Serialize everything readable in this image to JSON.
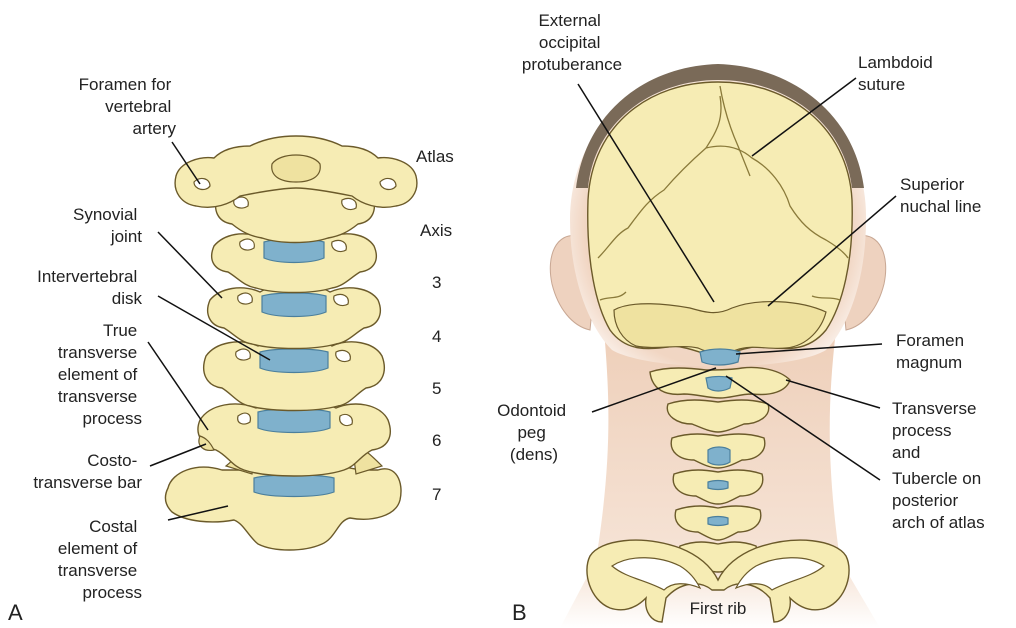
{
  "panel_a": {
    "letter": "A",
    "left_labels": {
      "foramen_vertebral_artery": [
        "Foramen for",
        "vertebral",
        "artery"
      ],
      "synovial_joint": [
        "Synovial",
        "joint"
      ],
      "intervertebral_disk": [
        "Intervertebral",
        "disk"
      ],
      "true_transverse": [
        "True",
        "transverse",
        "element of",
        "transverse",
        "process"
      ],
      "costotransverse_bar": [
        "Costo-",
        "transverse bar"
      ],
      "costal_element": [
        "Costal",
        "element of",
        "transverse",
        "process"
      ]
    },
    "levels": [
      "Atlas",
      "Axis",
      "3",
      "4",
      "5",
      "6",
      "7"
    ]
  },
  "panel_b": {
    "letter": "B",
    "labels": {
      "external_occipital": [
        "External",
        "occipital",
        "protuberance"
      ],
      "lambdoid_suture": [
        "Lambdoid",
        "suture"
      ],
      "superior_nuchal_line": [
        "Superior",
        "nuchal line"
      ],
      "foramen_magnum": [
        "Foramen",
        "magnum"
      ],
      "odontoid_peg": [
        "Odontoid",
        "peg",
        "(dens)"
      ],
      "transverse_process": [
        "Transverse",
        "process",
        "and"
      ],
      "tubercle_atlas": [
        "Tubercle on",
        "posterior",
        "arch of atlas"
      ],
      "first_rib": [
        "First rib"
      ]
    }
  },
  "colors": {
    "bone": "#f6ecb4",
    "disk": "#7fb1cc",
    "skin": "#f1d9c7",
    "hair_band": "#7a6a58"
  }
}
